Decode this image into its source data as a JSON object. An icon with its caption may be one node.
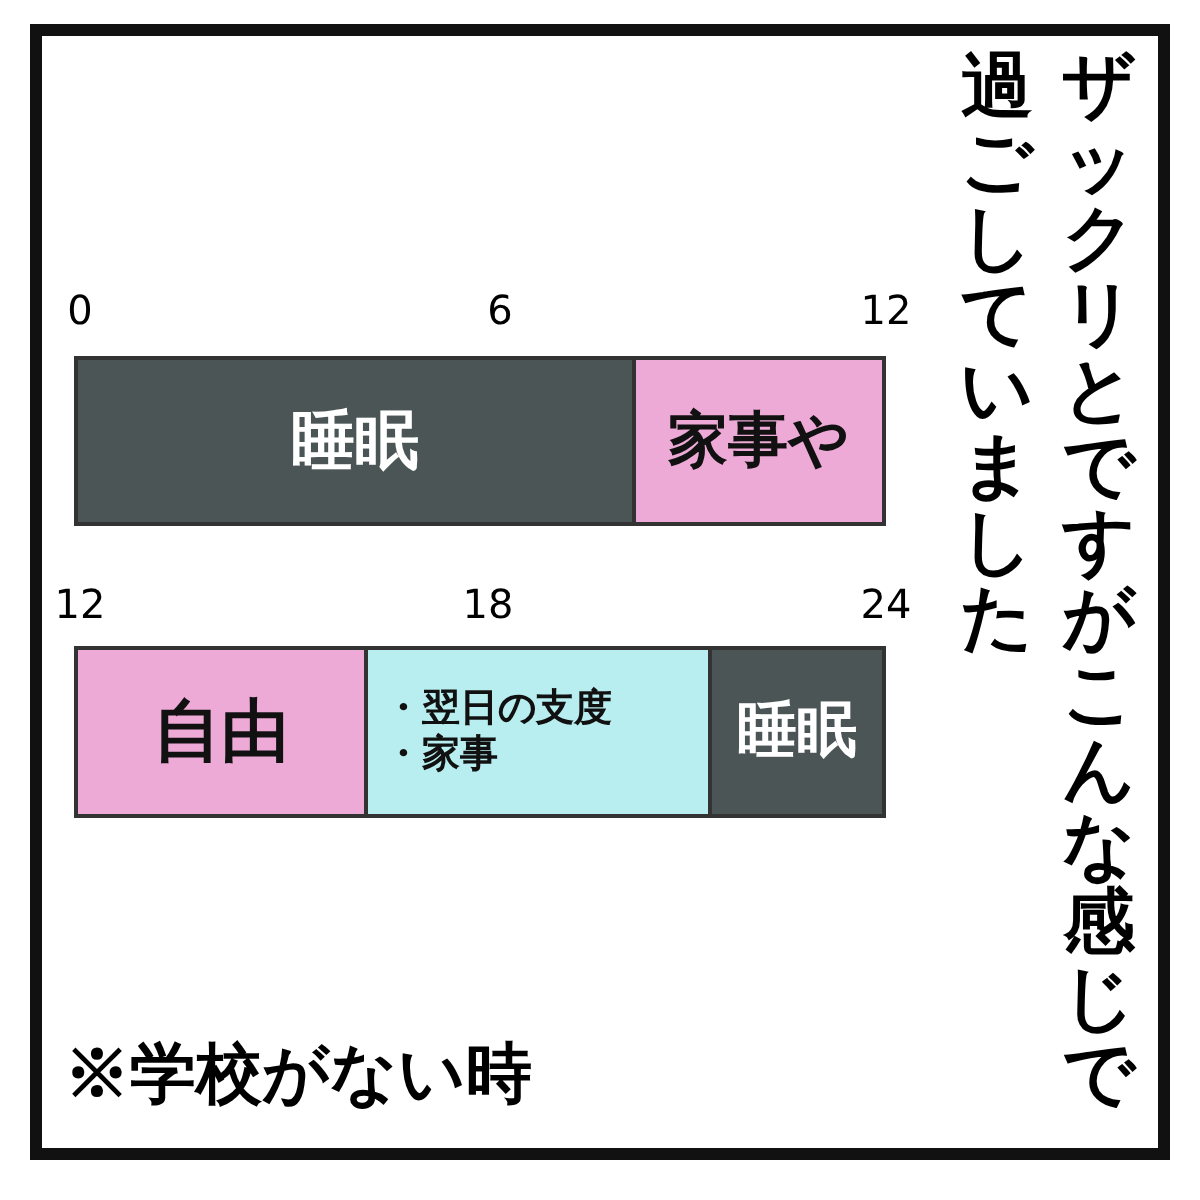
{
  "diagram": {
    "title": "ザックリとですがこんな感じで過ごしていました",
    "nodes": [
      {
        "text": [
          "睡眠"
        ]
      },
      {
        "text": [
          "家事や"
        ]
      },
      {
        "text": [
          "自由"
        ]
      },
      {
        "text": [
          "・翌日の支度",
          "・家事"
        ]
      },
      {
        "text": [
          "睡眠"
        ]
      }
    ],
    "labels": [
      "0",
      "6",
      "12",
      "12",
      "18",
      "24",
      "※学校がない時"
    ]
  }
}
